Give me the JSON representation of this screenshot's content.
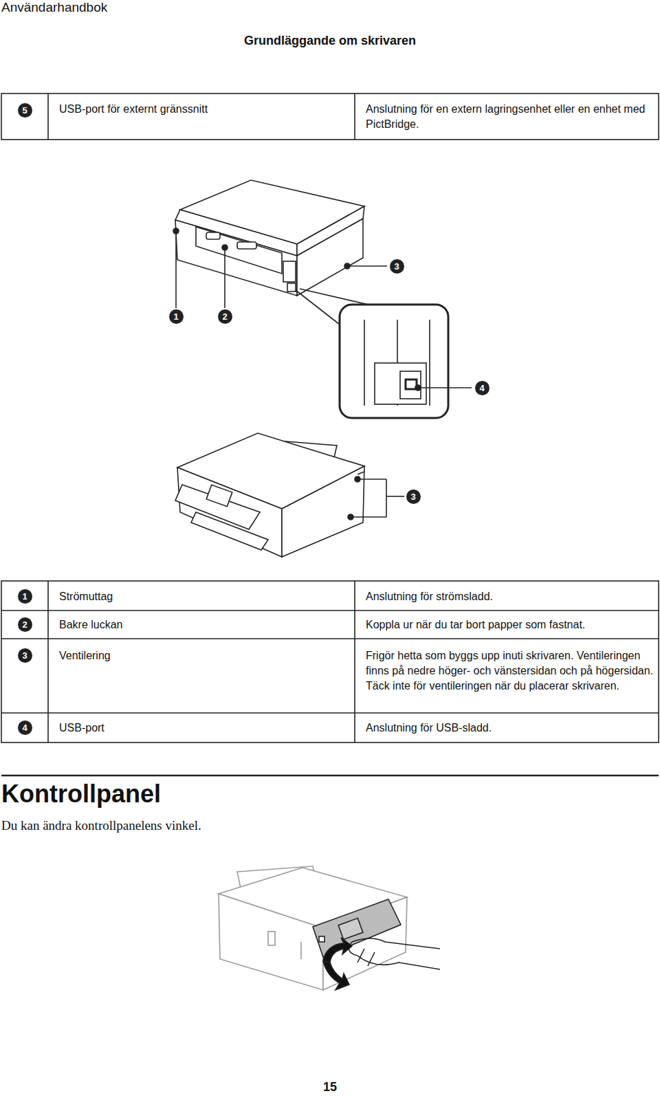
{
  "diagram": {
    "labels": [
      "Användarhandbok",
      "Grundläggande om skrivaren",
      "5",
      "USB-port för externt gränssnitt",
      "Anslutning för en extern lagringsenhet eller en enhet med PictBridge.",
      "3",
      "1",
      "2",
      "4",
      "3",
      "1",
      "Strömuttag",
      "Anslutning för strömsladd.",
      "2",
      "Bakre luckan",
      "Koppla ur när du tar bort papper som fastnat.",
      "3",
      "Ventilering",
      "Frigör hetta som byggs upp inuti skrivaren. Ventileringen finns på nedre höger- och vänstersidan och på högersidan. Täck inte för ventileringen när du placerar skrivaren.",
      "4",
      "USB-port",
      "Anslutning för USB-sladd.",
      "Kontrollpanel",
      "Du kan ändra kontrollpanelens vinkel.",
      "15"
    ]
  }
}
